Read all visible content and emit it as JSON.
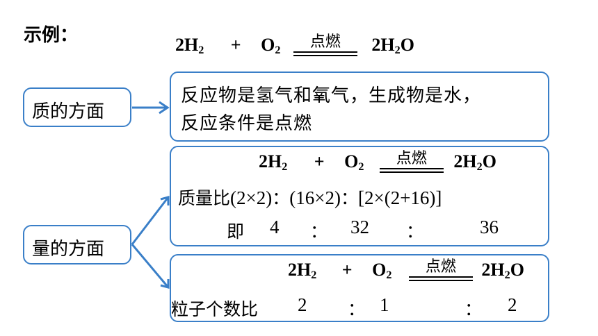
{
  "heading": "示例：",
  "main_equation": {
    "r1_coef": "2",
    "r1_el": "H",
    "r1_sub": "2",
    "plus": "+",
    "r2_el": "O",
    "r2_sub": "2",
    "condition": "点燃",
    "p_coef": "2",
    "p_el1": "H",
    "p_sub": "2",
    "p_el2": "O"
  },
  "quality": {
    "label": "质的方面",
    "line1": "反应物是氢气和氧气，生成物是水，",
    "line2": "反应条件是点燃"
  },
  "quantity_label": "量的方面",
  "mass_ratio": {
    "label": "质量比",
    "expr1": "(2×2)",
    "sep1": "：",
    "expr2": "(16×2)",
    "sep2": "：",
    "expr3": "[2×(2+16)]",
    "prefix2": "即",
    "v1": "4",
    "colon_a": "：",
    "v2": "32",
    "colon_b": "：",
    "v3": "36"
  },
  "particle_ratio": {
    "label": "粒子个数比",
    "v1": "2",
    "colon_a": "：",
    "v2": "1",
    "colon_b": "：",
    "v3": "2"
  },
  "colors": {
    "accent": "#3a7fc8"
  }
}
